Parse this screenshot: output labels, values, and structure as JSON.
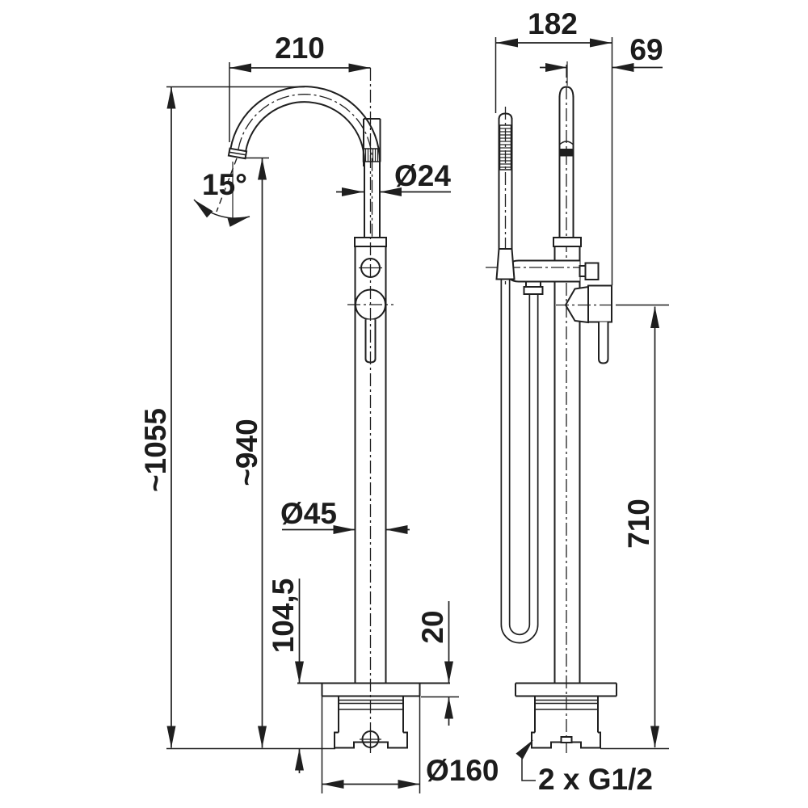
{
  "drawing": {
    "type": "technical-dimension-drawing",
    "subject": "freestanding bath mixer tap with hand shower, front and side views",
    "colors": {
      "line": "#1f1f1f",
      "background": "#ffffff"
    }
  },
  "dimensions": {
    "spout_reach": "210",
    "total_height": "~1055",
    "spout_height": "~940",
    "spout_angle": "15°",
    "spout_diameter": "Ø24",
    "column_diameter": "Ø45",
    "base_height": "104,5",
    "base_plate_thickness": "20",
    "base_diameter": "Ø160",
    "overall_depth": "182",
    "handle_offset": "69",
    "handle_height": "710",
    "connections": "2 x G1/2"
  }
}
